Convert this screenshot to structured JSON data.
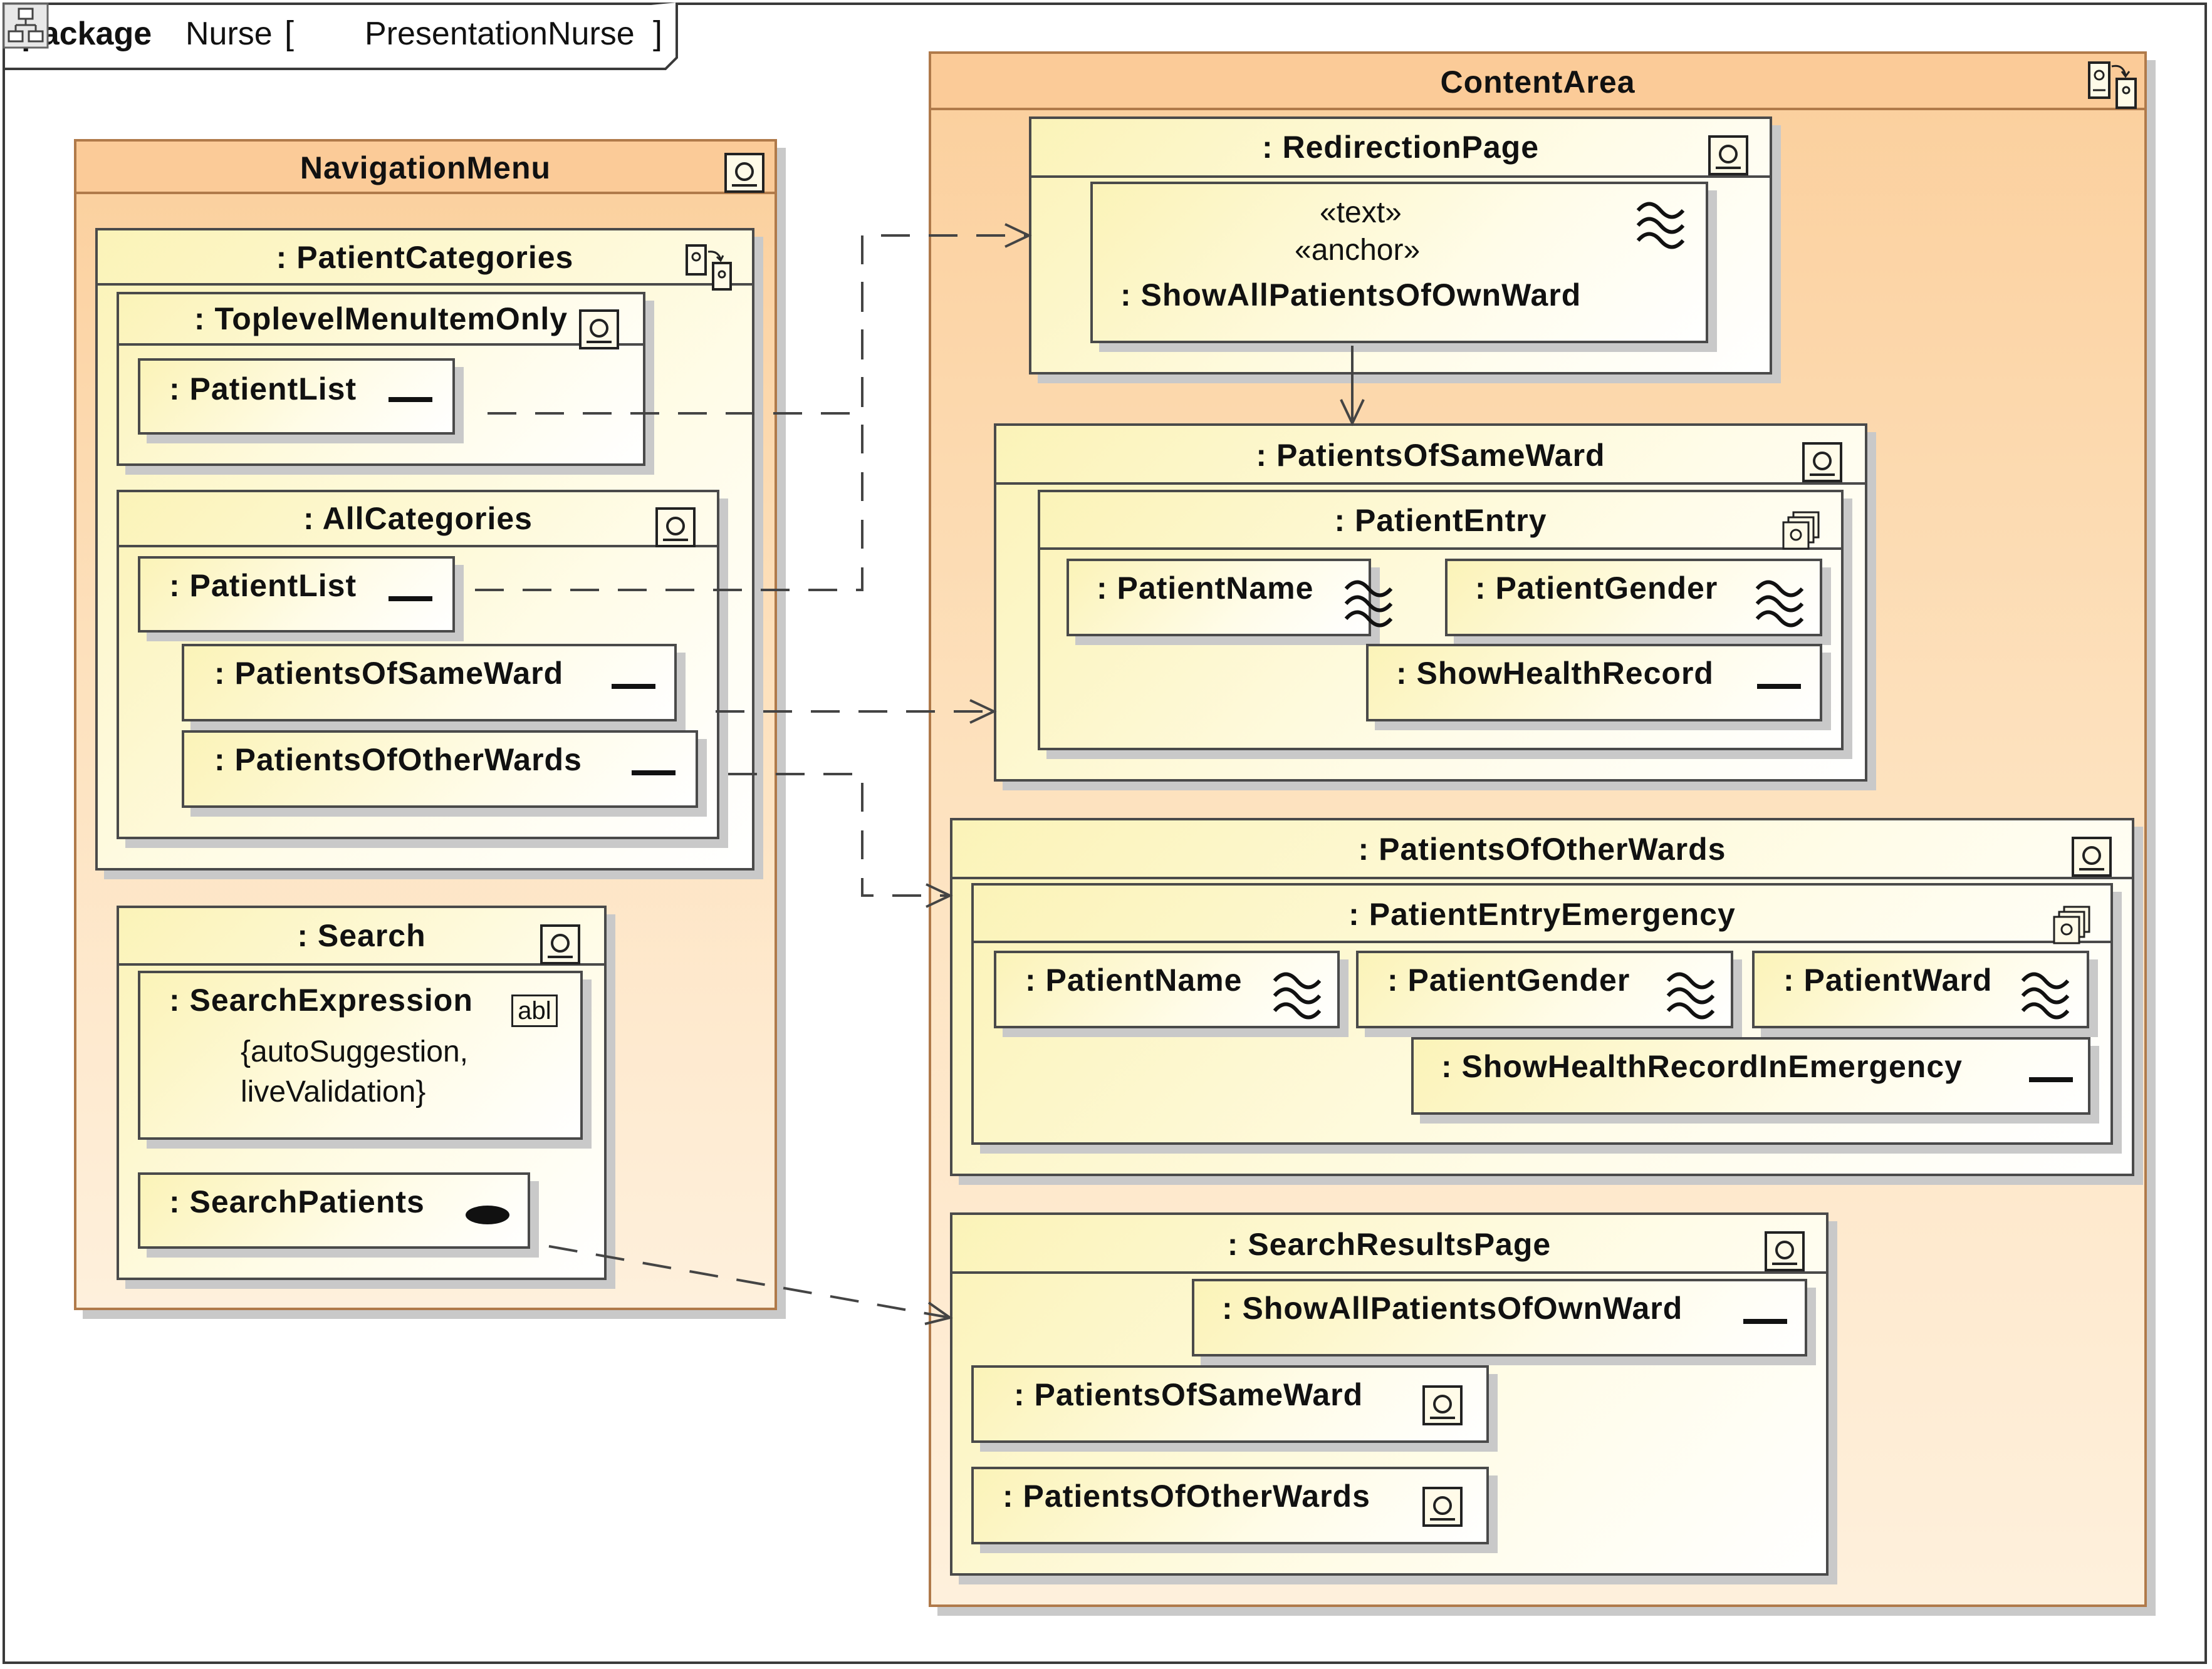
{
  "package": {
    "keyword": "package",
    "name": "Nurse",
    "bracket_open": "[",
    "bracket_close": "]",
    "diagram_ref": "PresentationNurse",
    "diagram_icon": "diagram-icon"
  },
  "navigation_menu": {
    "title": "NavigationMenu",
    "patient_categories": {
      "title": ": PatientCategories",
      "toplevel_menu_item_only": {
        "title": ": ToplevelMenuItemOnly",
        "patient_list": ": PatientList"
      },
      "all_categories": {
        "title": ": AllCategories",
        "patient_list": ": PatientList",
        "patients_of_same_ward": ": PatientsOfSameWard",
        "patients_of_other_wards": ": PatientsOfOtherWards"
      }
    },
    "search": {
      "title": ": Search",
      "search_expression": ": SearchExpression",
      "input_icon_text": "abl",
      "constraint_line1": "{autoSuggestion,",
      "constraint_line2": "liveValidation}",
      "search_patients": ": SearchPatients"
    }
  },
  "content_area": {
    "title": "ContentArea",
    "redirection_page": {
      "title": ": RedirectionPage",
      "stereotype_text": "«text»",
      "stereotype_anchor": "«anchor»",
      "anchor_label": ": ShowAllPatientsOfOwnWard"
    },
    "patients_of_same_ward": {
      "title": ": PatientsOfSameWard",
      "patient_entry": ": PatientEntry",
      "patient_name": ": PatientName",
      "patient_gender": ": PatientGender",
      "show_health_record": ": ShowHealthRecord"
    },
    "patients_of_other_wards": {
      "title": ": PatientsOfOtherWards",
      "patient_entry_emergency": ": PatientEntryEmergency",
      "patient_name": ": PatientName",
      "patient_gender": ": PatientGender",
      "patient_ward": ": PatientWard",
      "show_health_record_in_emergency": ": ShowHealthRecordInEmergency"
    },
    "search_results_page": {
      "title": ": SearchResultsPage",
      "show_all_patients_of_own_ward": ": ShowAllPatientsOfOwnWard",
      "patients_of_same_ward": ": PatientsOfSameWard",
      "patients_of_other_wards": ": PatientsOfOtherWards"
    }
  },
  "colors": {
    "container_fill": "#fde1bd",
    "container_header": "#fbcb98",
    "element_fill": "#fffce8",
    "line": "#4a4a4a"
  }
}
